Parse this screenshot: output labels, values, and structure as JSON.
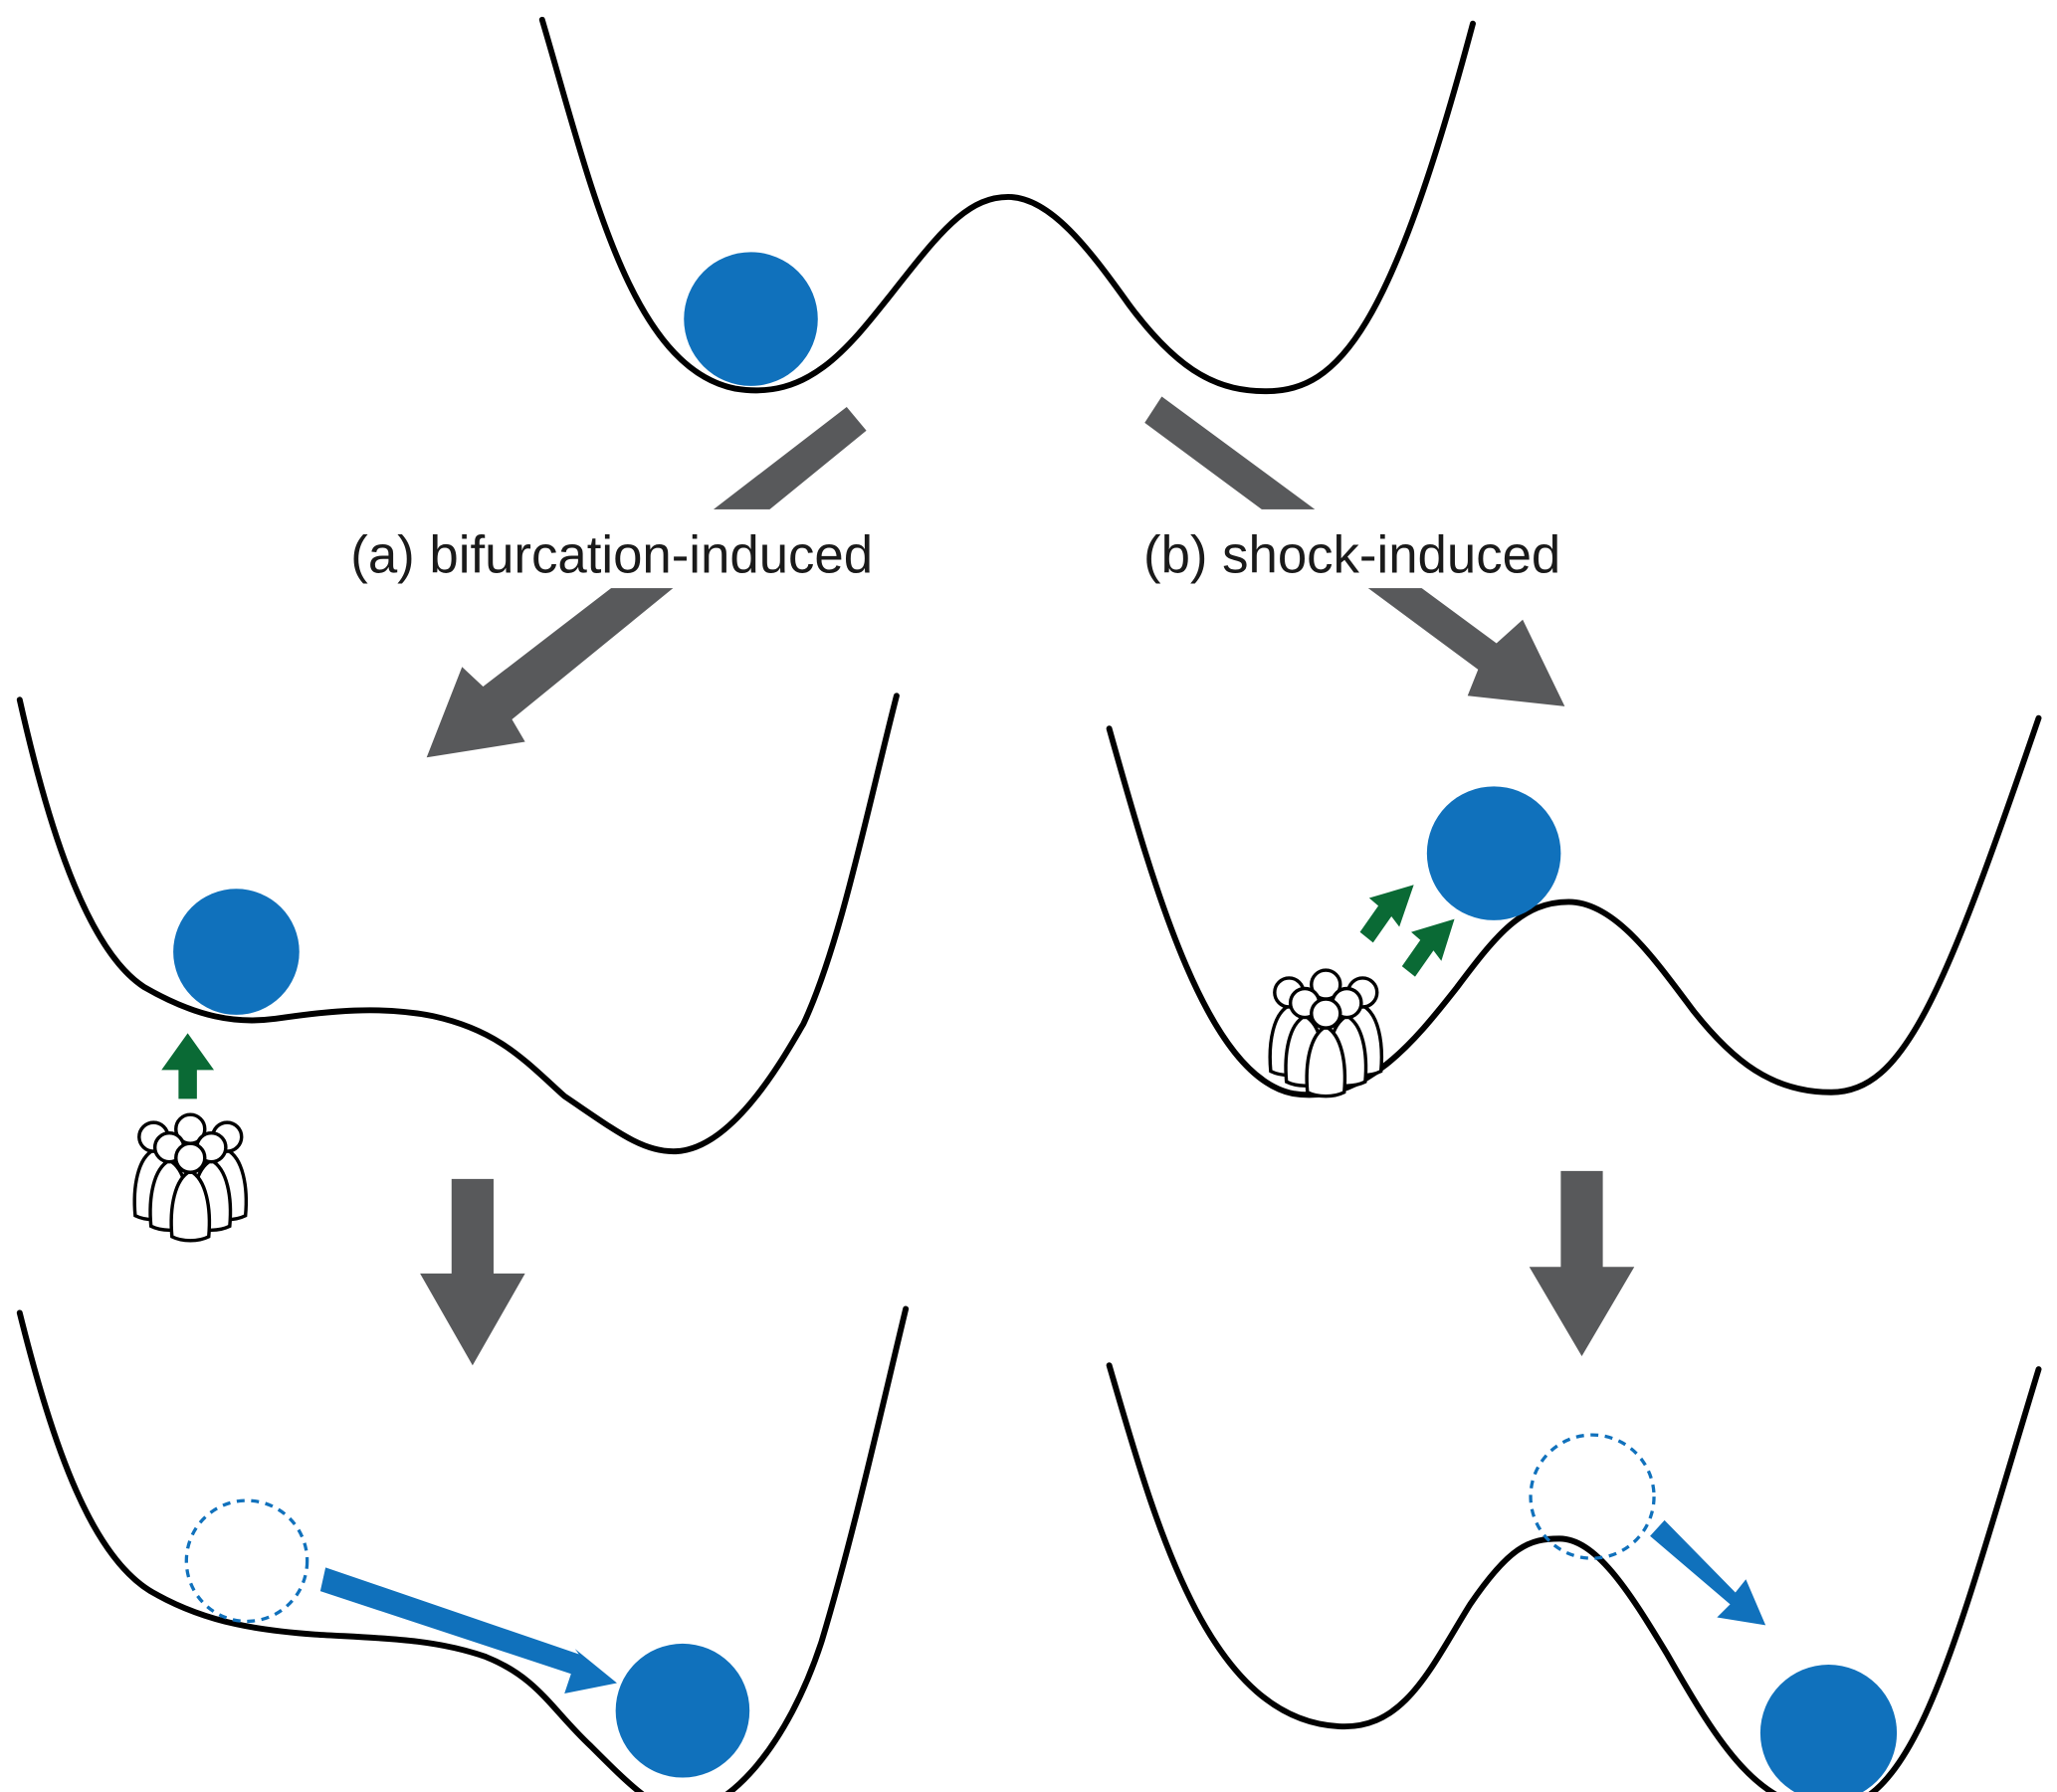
{
  "figure": {
    "title": "Tipping mechanisms in a double-well potential landscape",
    "branches": [
      {
        "id": "a",
        "label": "(a) bifurcation-induced"
      },
      {
        "id": "b",
        "label": "(b) shock-induced"
      }
    ]
  },
  "colors": {
    "ball": "#1071bc",
    "curve": "#000000",
    "flow_arrow": "#58595b",
    "push_arrow": "#0a6a35",
    "motion_arrow": "#1071bc",
    "background": "#ffffff"
  },
  "icons": {
    "crowd": "crowd-icon",
    "push": "arrow-up-icon",
    "ball": "ball-icon",
    "ghost_ball": "dashed-circle-icon"
  }
}
